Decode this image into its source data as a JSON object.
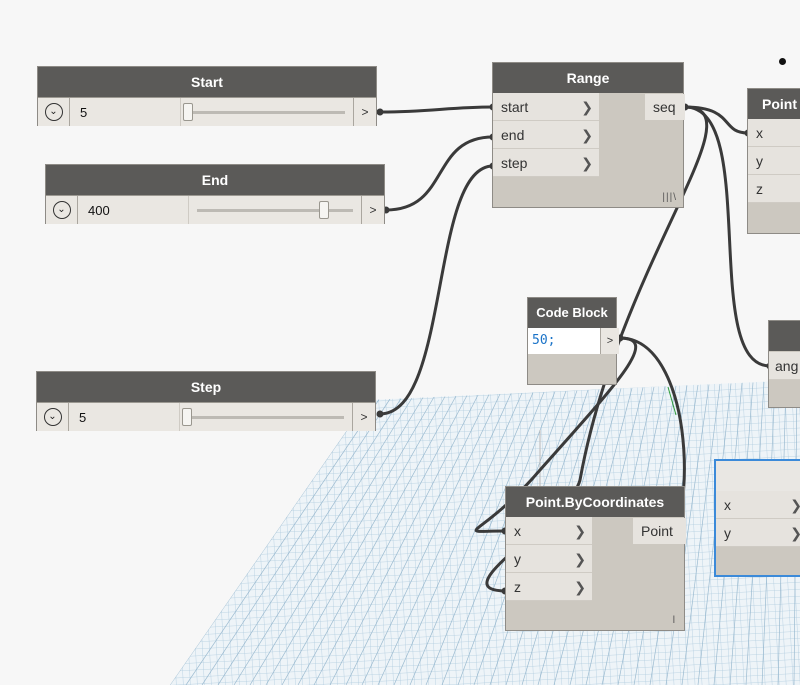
{
  "nodes": {
    "start": {
      "title": "Start",
      "value": "5",
      "out": ">"
    },
    "end": {
      "title": "End",
      "value": "400",
      "out": ">"
    },
    "step": {
      "title": "Step",
      "value": "5",
      "out": ">"
    },
    "range": {
      "title": "Range",
      "inputs": [
        "start",
        "end",
        "step"
      ],
      "output": "seq",
      "lacing": "|||\\"
    },
    "code_block": {
      "title": "Code Block",
      "code": "50;",
      "out": ">"
    },
    "point_by_coords": {
      "title": "Point.ByCoordinates",
      "inputs": [
        "x",
        "y",
        "z"
      ],
      "output": "Point",
      "lacing": "l"
    },
    "point_partial": {
      "title": "Point",
      "inputs": [
        "x",
        "y",
        "z"
      ]
    },
    "angle_partial": {
      "title": "",
      "inputs": [
        "ang"
      ]
    },
    "selected_partial": {
      "inputs": [
        "x",
        "y"
      ]
    }
  },
  "colors": {
    "header": "#5b5a58",
    "node_body": "#ccc8c0",
    "wire": "#3a3a3a",
    "selection": "#3b8ad9",
    "code_text": "#1a73c8",
    "grid": "#a9c7dc"
  },
  "icons": {
    "chevron": "chevron-down-icon",
    "port_arrow": "chevron-right-icon"
  }
}
